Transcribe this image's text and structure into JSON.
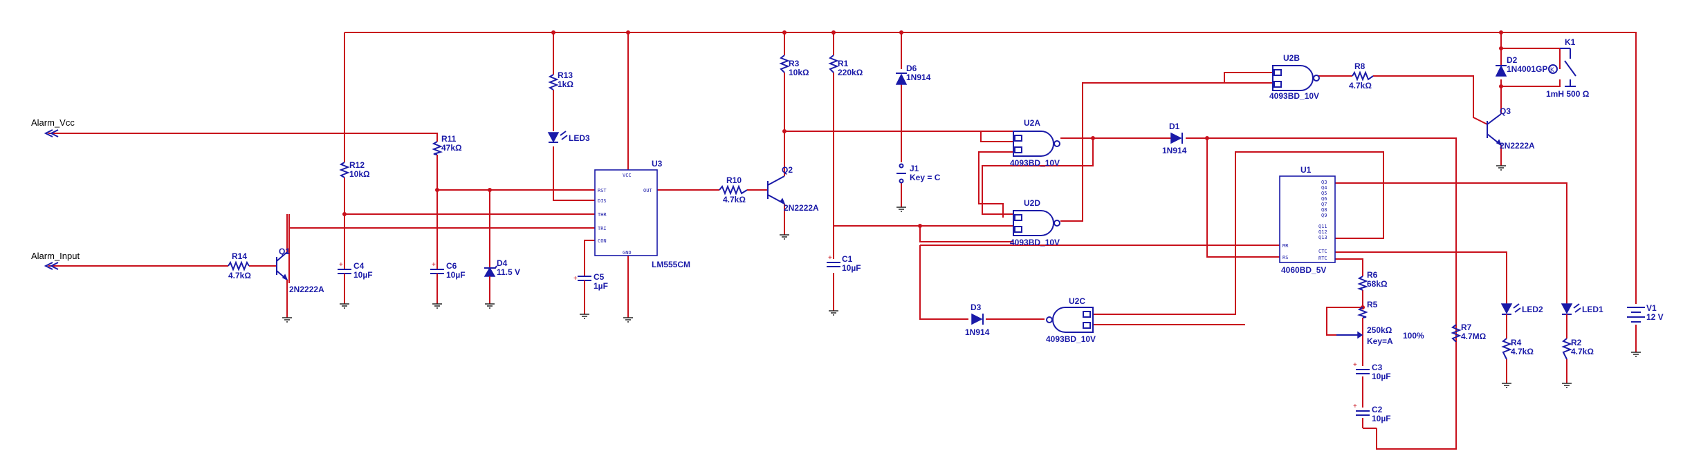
{
  "ports": {
    "alarm_vcc": "Alarm_Vcc",
    "alarm_input": "Alarm_Input"
  },
  "components": {
    "R13": {
      "ref": "R13",
      "value": "1kΩ"
    },
    "R3": {
      "ref": "R3",
      "value": "10kΩ"
    },
    "R1": {
      "ref": "R1",
      "value": "220kΩ"
    },
    "R11": {
      "ref": "R11",
      "value": "47kΩ"
    },
    "R12": {
      "ref": "R12",
      "value": "10kΩ"
    },
    "R14": {
      "ref": "R14",
      "value": "4.7kΩ"
    },
    "R10": {
      "ref": "R10",
      "value": "4.7kΩ"
    },
    "R8": {
      "ref": "R8",
      "value": "4.7kΩ"
    },
    "R6": {
      "ref": "R6",
      "value": "68kΩ"
    },
    "R5": {
      "ref": "R5",
      "value": "250kΩ",
      "key": "Key=A",
      "percent": "100%"
    },
    "R7": {
      "ref": "R7",
      "value": "4.7MΩ"
    },
    "R4": {
      "ref": "R4",
      "value": "4.7kΩ"
    },
    "R2": {
      "ref": "R2",
      "value": "4.7kΩ"
    },
    "C4": {
      "ref": "C4",
      "value": "10µF"
    },
    "C6": {
      "ref": "C6",
      "value": "10µF"
    },
    "C5": {
      "ref": "C5",
      "value": "1µF"
    },
    "C1": {
      "ref": "C1",
      "value": "10µF"
    },
    "C3": {
      "ref": "C3",
      "value": "10µF"
    },
    "C2": {
      "ref": "C2",
      "value": "10µF"
    },
    "D4": {
      "ref": "D4",
      "value": "11.5 V"
    },
    "D6": {
      "ref": "D6",
      "value": "1N914"
    },
    "D1": {
      "ref": "D1",
      "value": "1N914"
    },
    "D3": {
      "ref": "D3",
      "value": "1N914"
    },
    "D2": {
      "ref": "D2",
      "value": "1N4001GP"
    },
    "LED1": {
      "ref": "LED1"
    },
    "LED2": {
      "ref": "LED2"
    },
    "LED3": {
      "ref": "LED3"
    },
    "Q1": {
      "ref": "Q1",
      "value": "2N2222A"
    },
    "Q2": {
      "ref": "Q2",
      "value": "2N2222A"
    },
    "Q3": {
      "ref": "Q3",
      "value": "2N2222A"
    },
    "U3": {
      "ref": "U3",
      "value": "LM555CM",
      "pins": [
        "RST",
        "DIS",
        "THR",
        "TRI",
        "CON",
        "VCC",
        "OUT",
        "GND"
      ]
    },
    "U1": {
      "ref": "U1",
      "value": "4060BD_5V",
      "pins_left": [
        "MR",
        "RS"
      ],
      "pins_right": [
        "Q3",
        "Q4",
        "Q5",
        "Q6",
        "Q7",
        "Q8",
        "Q9",
        "Q11",
        "Q12",
        "Q13",
        "CTC",
        "RTC"
      ]
    },
    "U2A": {
      "ref": "U2A",
      "value": "4093BD_10V"
    },
    "U2B": {
      "ref": "U2B",
      "value": "4093BD_10V"
    },
    "U2C": {
      "ref": "U2C",
      "value": "4093BD_10V"
    },
    "U2D": {
      "ref": "U2D",
      "value": "4093BD_10V"
    },
    "J1": {
      "ref": "J1",
      "value": "Key = C"
    },
    "K1": {
      "ref": "K1",
      "value": "1mH 500 Ω"
    },
    "V1": {
      "ref": "V1",
      "value": "12 V"
    }
  }
}
